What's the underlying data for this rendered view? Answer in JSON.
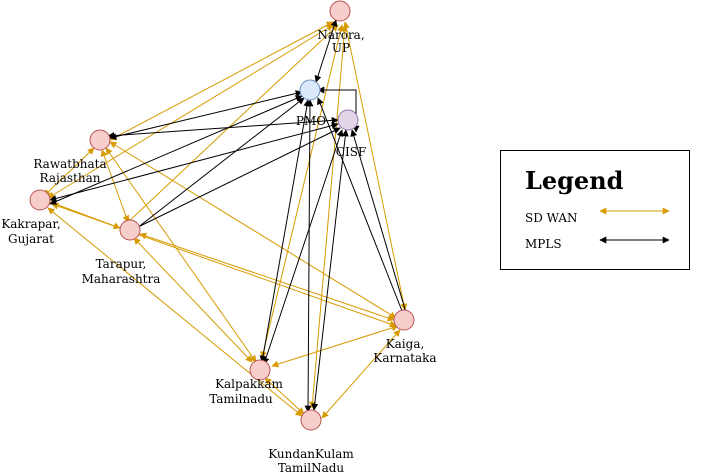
{
  "colors": {
    "sdwan": "#d79b00",
    "mpls": "#000000",
    "site_fill": "#f8cecc",
    "site_stroke": "#b85450",
    "pmo_fill": "#dae8fc",
    "pmo_stroke": "#6c8ebf",
    "cisf_fill": "#e1d5e7",
    "cisf_stroke": "#9673a6"
  },
  "nodes": {
    "narora": {
      "line1": "Narora,",
      "line2": "UP"
    },
    "pmo": {
      "line1": "PMO"
    },
    "cisf": {
      "line1": "CISF"
    },
    "rawatbhata": {
      "line1": "Rawatbhata",
      "line2": "Rajasthan"
    },
    "kakrapar": {
      "line1": "Kakrapar,",
      "line2": "Gujarat"
    },
    "tarapur": {
      "line1": "Tarapur,",
      "line2": "Maharashtra"
    },
    "kaiga": {
      "line1": "Kaiga,",
      "line2": "Karnataka"
    },
    "kalpakkam": {
      "line1": "Kalpakkam",
      "line2": "Tamilnadu"
    },
    "kundankulam": {
      "line1": "KundanKulam",
      "line2": "TamilNadu"
    }
  },
  "legend": {
    "title": "Legend",
    "sdwan_label": "SD WAN",
    "mpls_label": "MPLS"
  }
}
